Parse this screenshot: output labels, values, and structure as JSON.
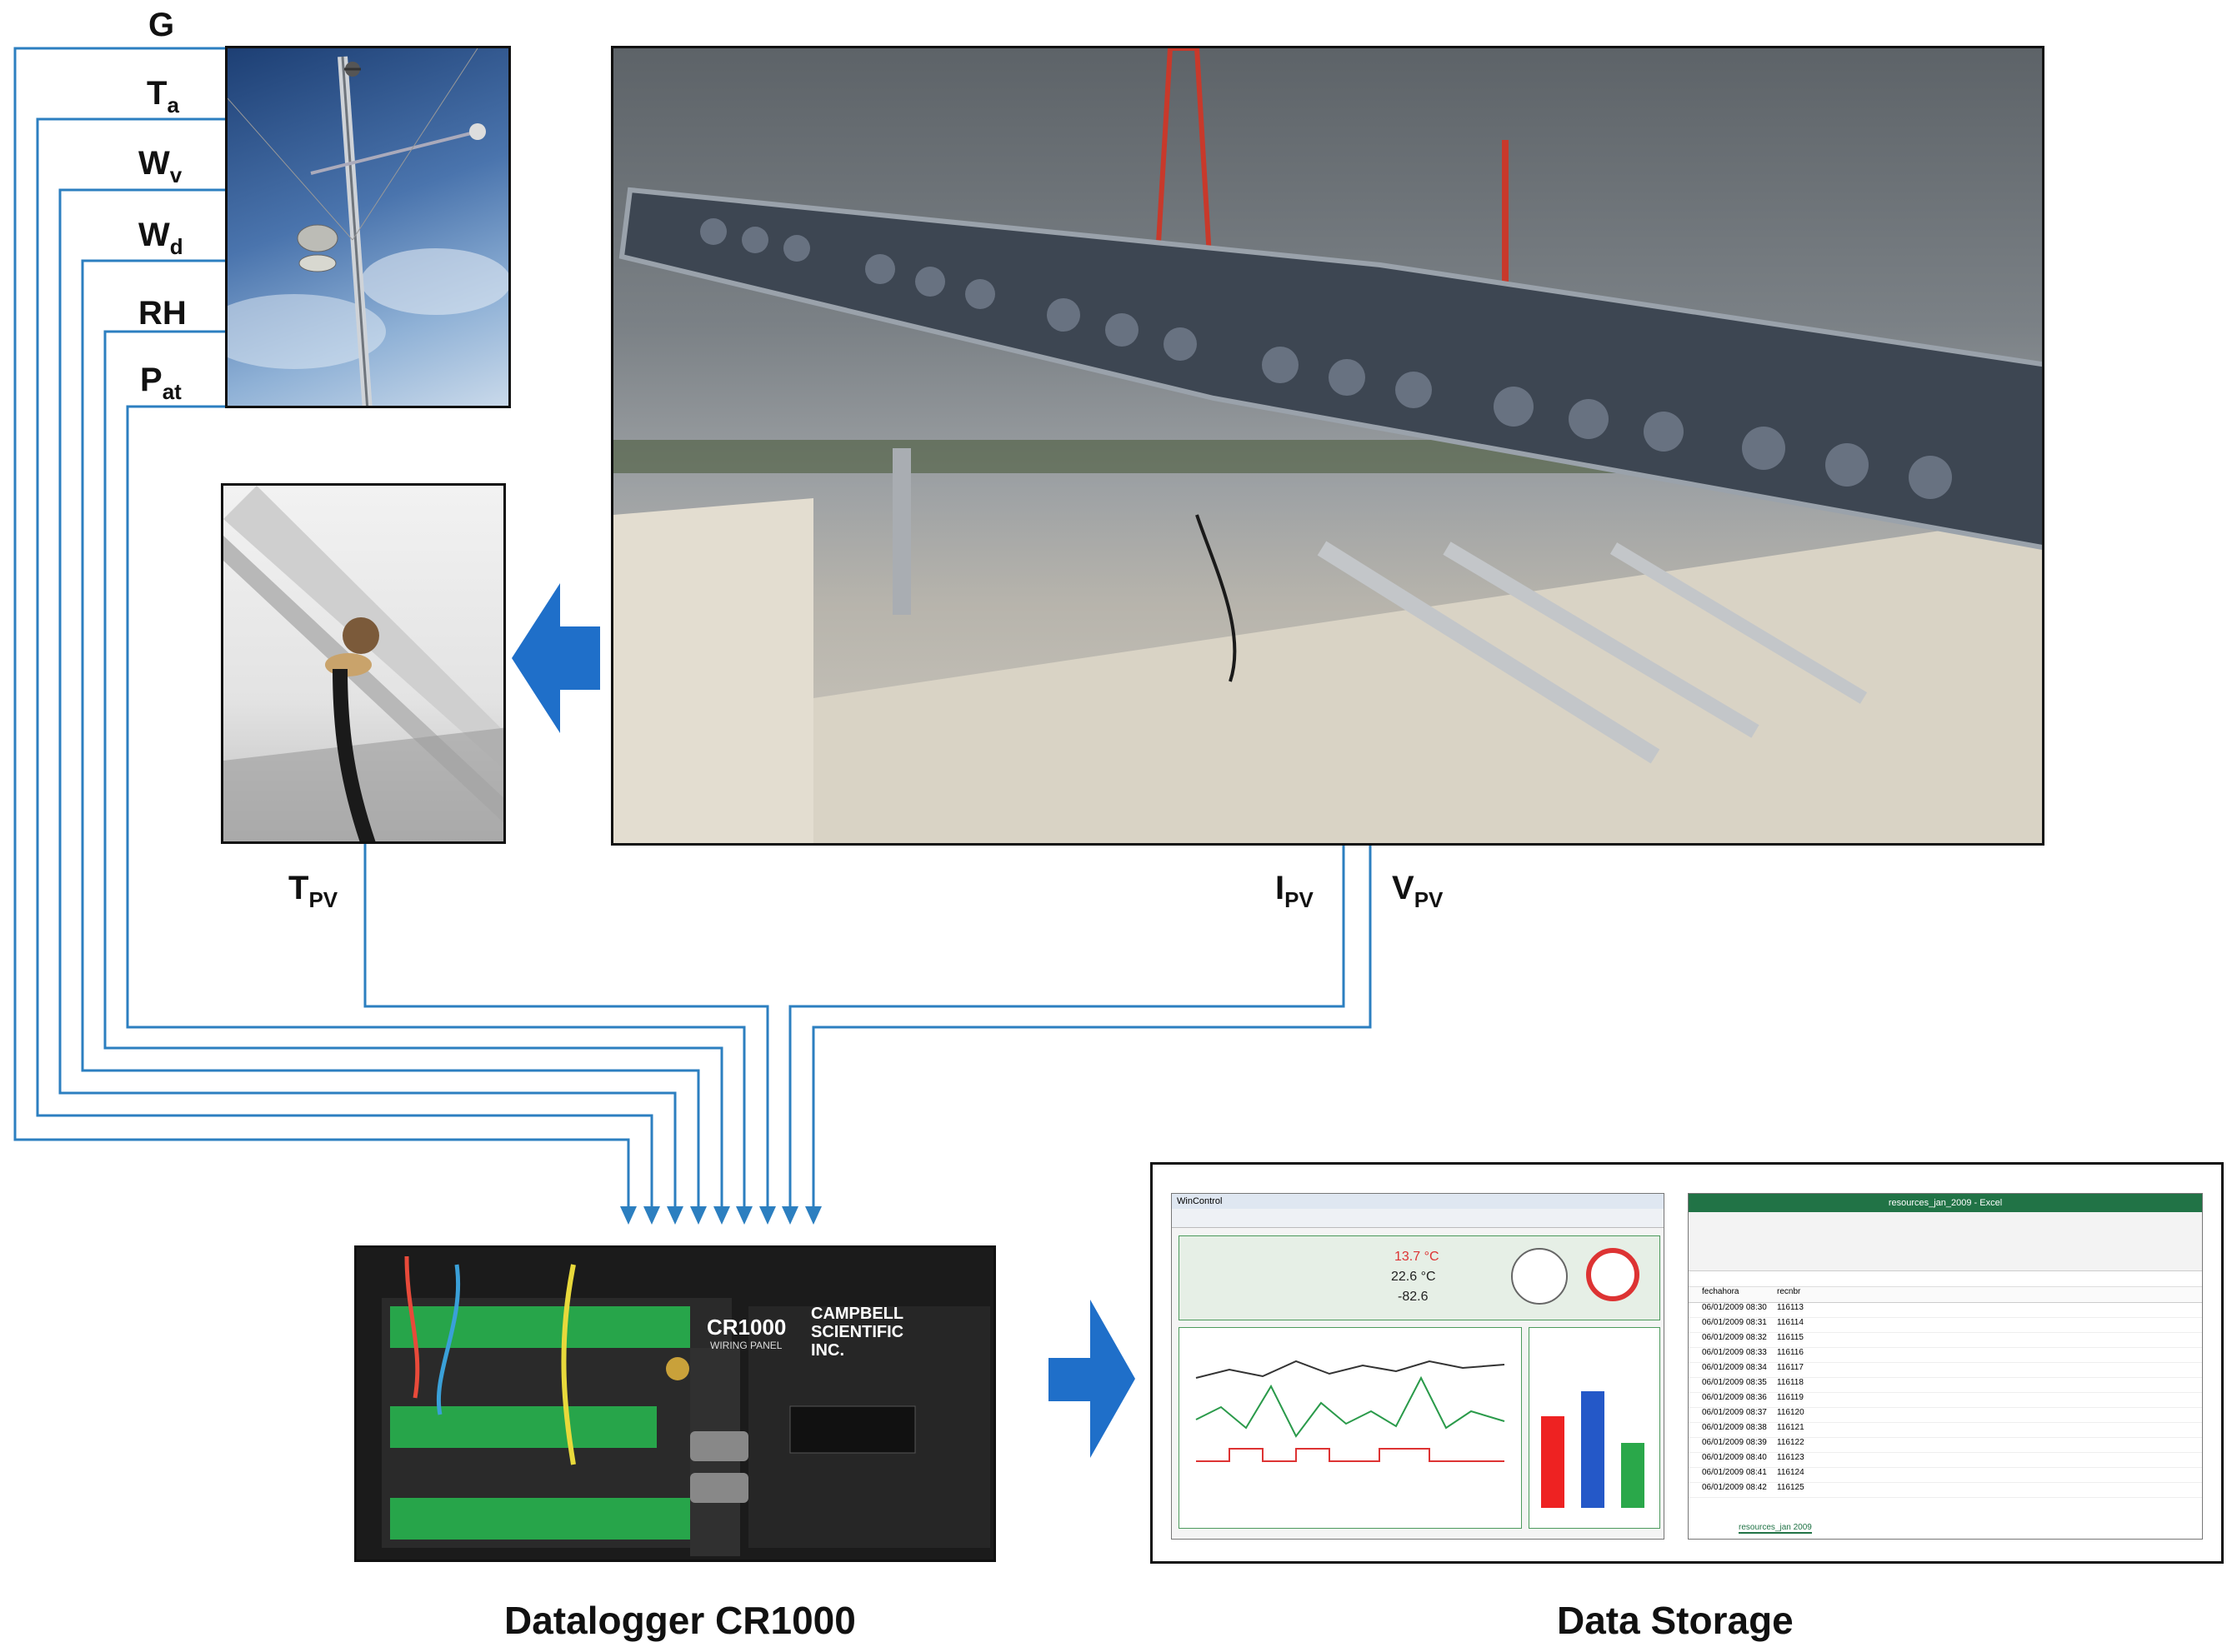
{
  "sensor_labels": [
    {
      "main": "G",
      "sub": ""
    },
    {
      "main": "T",
      "sub": "a"
    },
    {
      "main": "W",
      "sub": "v"
    },
    {
      "main": "W",
      "sub": "d"
    },
    {
      "main": "RH",
      "sub": ""
    },
    {
      "main": "P",
      "sub": "at"
    }
  ],
  "pv_labels": {
    "tpv": {
      "main": "T",
      "sub": "PV"
    },
    "ipv": {
      "main": "I",
      "sub": "PV"
    },
    "vpv": {
      "main": "V",
      "sub": "PV"
    }
  },
  "datalogger": {
    "caption": "Datalogger CR1000",
    "model": "CR1000",
    "panel": "WIRING PANEL",
    "brand_line1": "CAMPBELL",
    "brand_line2": "SCIENTIFIC",
    "brand_line3": "INC."
  },
  "storage": {
    "caption": "Data Storage",
    "monitor_title": "WinControl",
    "excel_title": "resources_jan_2009 - Excel",
    "excel_sheet_tab": "resources_jan 2009",
    "excel_columns": [
      "fechahora",
      "recnbr"
    ],
    "excel_rows": [
      [
        "06/01/2009 08:30",
        "116113"
      ],
      [
        "06/01/2009 08:31",
        "116114"
      ],
      [
        "06/01/2009 08:32",
        "116115"
      ],
      [
        "06/01/2009 08:33",
        "116116"
      ],
      [
        "06/01/2009 08:34",
        "116117"
      ],
      [
        "06/01/2009 08:35",
        "116118"
      ],
      [
        "06/01/2009 08:36",
        "116119"
      ],
      [
        "06/01/2009 08:37",
        "116120"
      ],
      [
        "06/01/2009 08:38",
        "116121"
      ],
      [
        "06/01/2009 08:39",
        "116122"
      ],
      [
        "06/01/2009 08:40",
        "116123"
      ],
      [
        "06/01/2009 08:41",
        "116124"
      ],
      [
        "06/01/2009 08:42",
        "116125"
      ]
    ],
    "readout_1": "13.7 °C",
    "readout_2": "22.6 °C",
    "readout_3": "-82.6"
  },
  "colors": {
    "wire": "#2c7fc0",
    "arrow": "#1f6fc9",
    "frame": "#111111",
    "excel_green": "#217346"
  }
}
